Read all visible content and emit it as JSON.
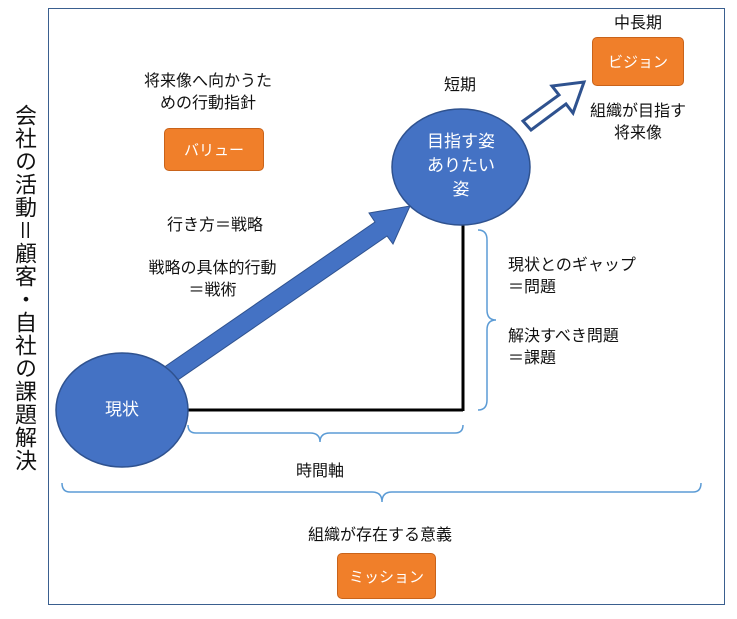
{
  "vertical_title": "会社の活動＝顧客・自社の課題解決",
  "nodes": {
    "current": "現状",
    "goal": "目指す姿\nありたい\n姿"
  },
  "labels": {
    "short_term": "短期",
    "mid_long_term": "中長期",
    "value_caption": "将来像へ向かうた\nめの行動指針",
    "strategy": "行き方＝戦略",
    "tactics": "戦略の具体的行動\n＝戦術",
    "vision_caption": "組織が目指す\n将来像",
    "gap": "現状とのギャップ\n＝問題",
    "issue": "解決すべき問題\n＝課題",
    "time_axis": "時間軸",
    "mission_caption": "組織が存在する意義"
  },
  "boxes": {
    "vision": "ビジョン",
    "value": "バリュー",
    "mission": "ミッション"
  },
  "colors": {
    "circle_fill": "#4472c4",
    "circle_stroke": "#2f528f",
    "orange": "#f07f2a",
    "bracket": "#5b9bd5",
    "frame": "#3a5f8f"
  }
}
